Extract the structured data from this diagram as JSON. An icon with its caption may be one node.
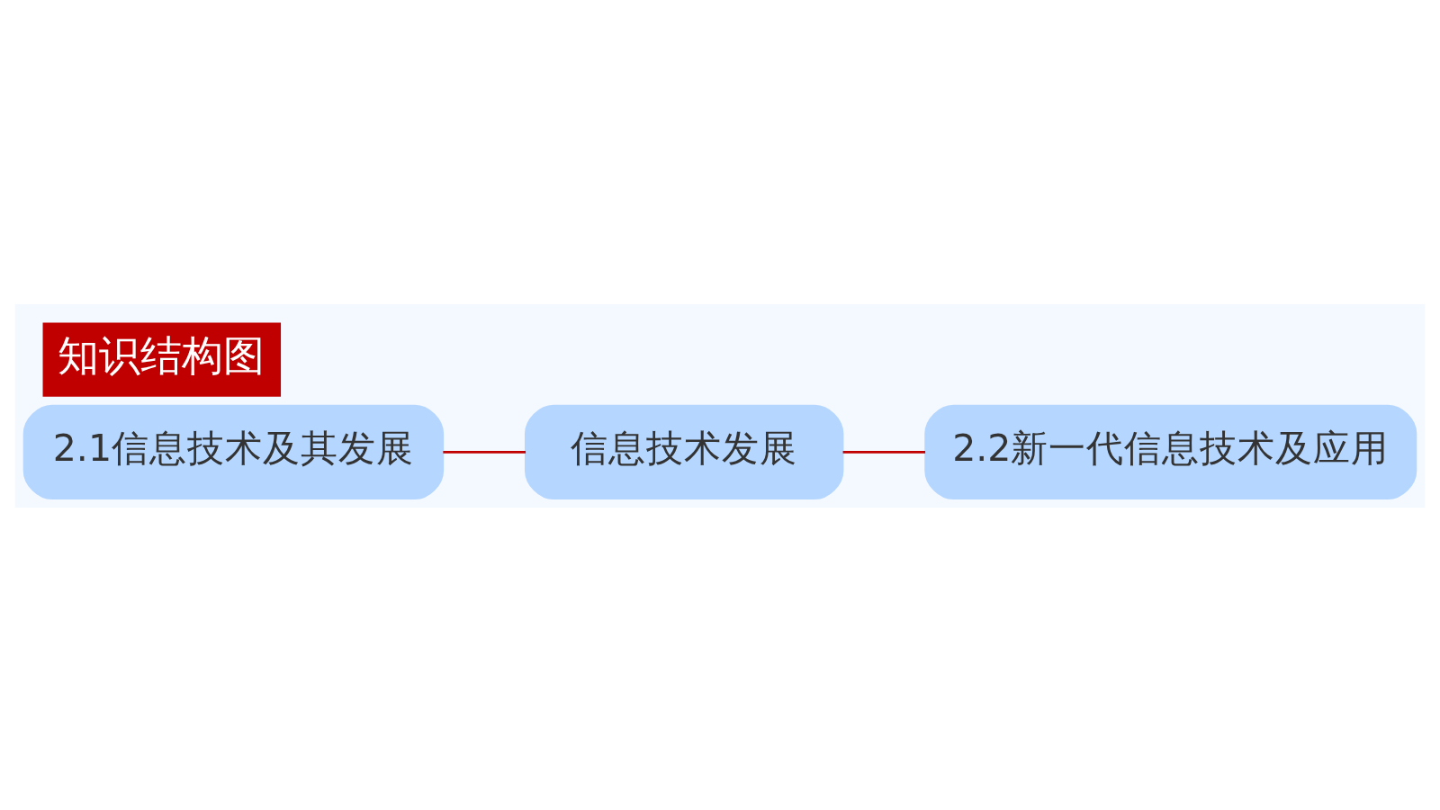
{
  "diagram": {
    "title": "知识结构图",
    "nodes": [
      {
        "text": [
          "2.1信息技术及其发展"
        ]
      },
      {
        "text": [
          "信息技术发展"
        ]
      },
      {
        "text": [
          "2.2新一代信息技术及应用"
        ]
      }
    ],
    "edges": [
      {
        "from": 0,
        "to": 1,
        "arrow": "none"
      },
      {
        "from": 1,
        "to": 2,
        "arrow": "none"
      }
    ]
  }
}
